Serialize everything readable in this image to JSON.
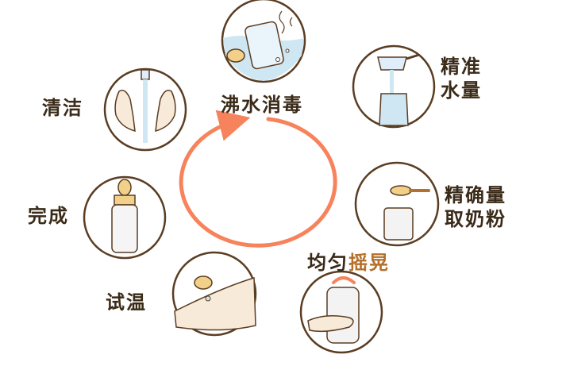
{
  "steps": [
    {
      "label": "清洁"
    },
    {
      "label": "沸水消毒"
    },
    {
      "label_line1": "精准",
      "label_line2": "水量"
    },
    {
      "label_line1": "精确量",
      "label_line2": "取奶粉"
    },
    {
      "label_part1": "均匀",
      "label_part2": "摇晃"
    },
    {
      "label": "试温"
    },
    {
      "label": "完成"
    }
  ],
  "colors": {
    "cycle_arrow": "#f7835c",
    "circle_outline": "#5a3d22",
    "water": "#cfe6f3",
    "bottle_cap": "#f2d08a",
    "skin": "#f8ead9",
    "accent_text": "#b5702a"
  },
  "icons": [
    "water-tap-icon",
    "boiling-pot-icon",
    "measuring-cup-icon",
    "formula-scoop-icon",
    "shaking-hands-icon",
    "wrist-test-icon",
    "bottle-icon"
  ]
}
